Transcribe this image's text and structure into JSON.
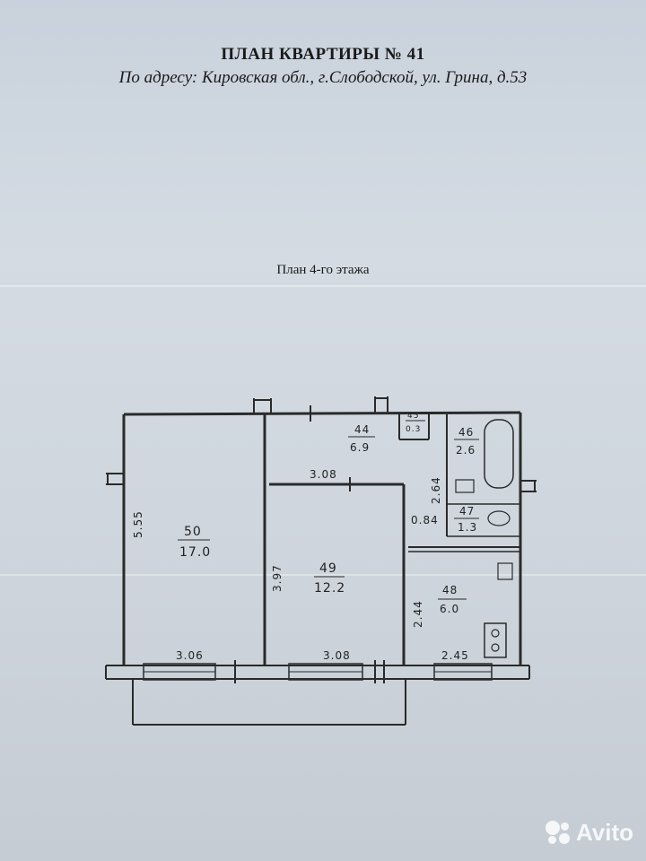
{
  "document": {
    "title": "ПЛАН КВАРТИРЫ № 41",
    "address": "По адресу: Кировская обл., г.Слободской, ул. Грина, д.53",
    "floor_caption": "План 4-го этажа"
  },
  "rooms": [
    {
      "number": "50",
      "area": "17.0"
    },
    {
      "number": "49",
      "area": "12.2"
    },
    {
      "number": "44",
      "area": "6.9"
    },
    {
      "number": "48",
      "area": "6.0"
    },
    {
      "number": "46",
      "area": "2.6"
    },
    {
      "number": "47",
      "area": "1.3"
    },
    {
      "number": "45",
      "area": "0.3"
    }
  ],
  "dimensions": {
    "room50_height": "5.55",
    "room50_width": "3.06",
    "room49_top": "3.08",
    "room49_height": "3.97",
    "room49_width": "3.08",
    "room48_height": "2.44",
    "room48_width": "2.45",
    "corridor_height": "2.64",
    "wc_width": "0.84"
  },
  "watermark": {
    "text": "Avito"
  }
}
